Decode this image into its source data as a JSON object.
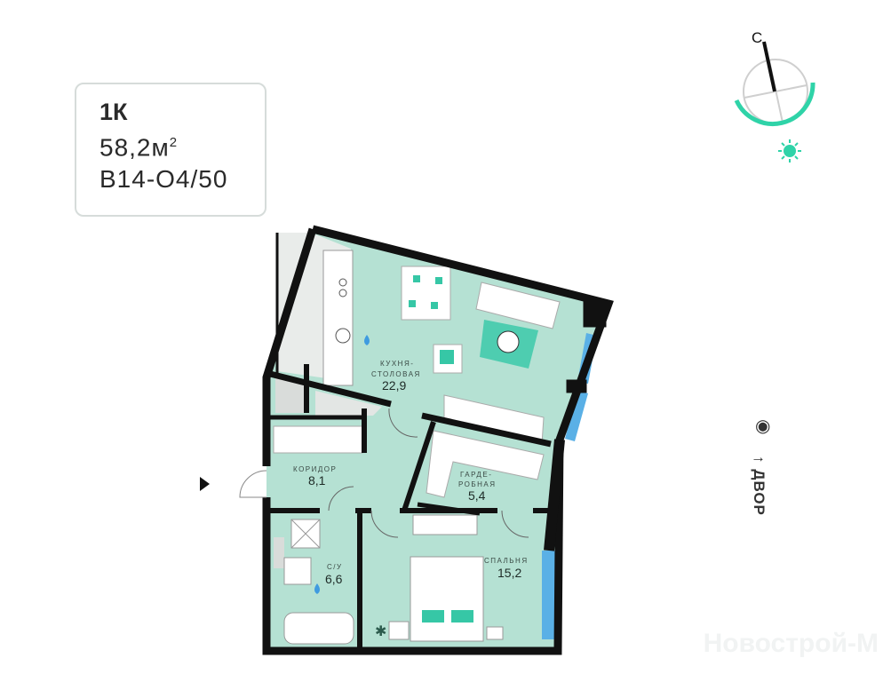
{
  "apartment": {
    "type": "1К",
    "area": "58,2м",
    "area_sup": "2",
    "code": "В14-О4/50"
  },
  "compass": {
    "north_label": "С",
    "accent": "#2fd3a8"
  },
  "rooms": [
    {
      "name": "КУХНЯ-",
      "name2": "СТОЛОВАЯ",
      "area": "22,9"
    },
    {
      "name": "КОРИДОР",
      "area": "8,1"
    },
    {
      "name": "ГАРДЕ-",
      "name2": "РОБНАЯ",
      "area": "5,4"
    },
    {
      "name": "С/У",
      "area": "6,6"
    },
    {
      "name": "СПАЛЬНЯ",
      "area": "15,2"
    }
  ],
  "view": {
    "label": "↑ ДВОР"
  },
  "watermark": "Новострой-М",
  "colors": {
    "floor": "#b5e1d3",
    "wall": "#111111",
    "window": "#5ab0e6",
    "accent": "#36c7a6"
  }
}
